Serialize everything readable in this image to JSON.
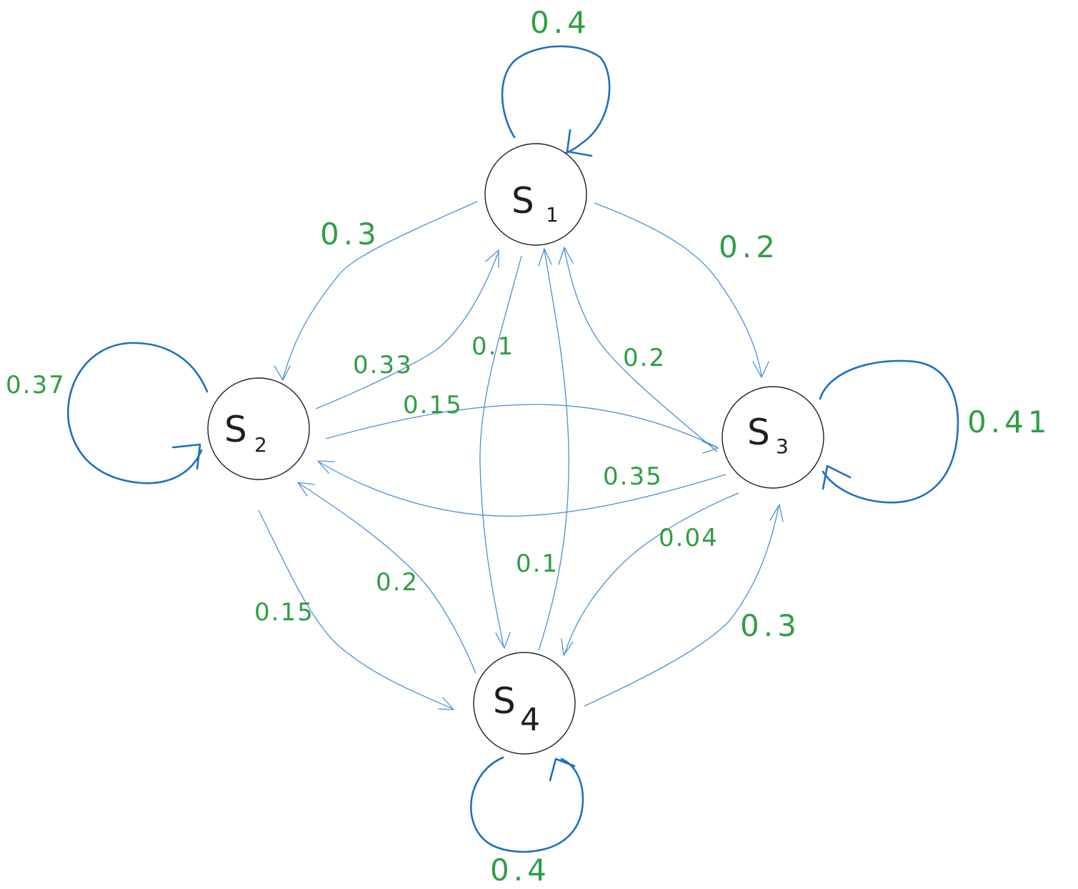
{
  "colors": {
    "edge": "#4a90d9",
    "loop": "#1f6fbf",
    "label": "#2f9e44",
    "node": "#1e1e1e"
  },
  "nodes": [
    {
      "id": "s1",
      "letter": "S",
      "index": "1"
    },
    {
      "id": "s2",
      "letter": "S",
      "index": "2"
    },
    {
      "id": "s3",
      "letter": "S",
      "index": "3"
    },
    {
      "id": "s4",
      "letter": "S",
      "index": "4"
    }
  ],
  "self_loops": [
    {
      "node": "s1",
      "prob": "0.4"
    },
    {
      "node": "s2",
      "prob": "0.37"
    },
    {
      "node": "s3",
      "prob": "0.41"
    },
    {
      "node": "s4",
      "prob": "0.4"
    }
  ],
  "transitions": [
    {
      "from": "s1",
      "to": "s2",
      "prob": "0.3"
    },
    {
      "from": "s1",
      "to": "s3",
      "prob": "0.2"
    },
    {
      "from": "s1",
      "to": "s4",
      "prob": "0.1"
    },
    {
      "from": "s2",
      "to": "s1",
      "prob": "0.33"
    },
    {
      "from": "s2",
      "to": "s3",
      "prob": "0.15"
    },
    {
      "from": "s2",
      "to": "s4",
      "prob": "0.15"
    },
    {
      "from": "s3",
      "to": "s1",
      "prob": "0.2"
    },
    {
      "from": "s3",
      "to": "s2",
      "prob": "0.35"
    },
    {
      "from": "s3",
      "to": "s4",
      "prob": "0.04"
    },
    {
      "from": "s4",
      "to": "s1",
      "prob": "0.1"
    },
    {
      "from": "s4",
      "to": "s2",
      "prob": "0.2"
    },
    {
      "from": "s4",
      "to": "s3",
      "prob": "0.3"
    }
  ]
}
